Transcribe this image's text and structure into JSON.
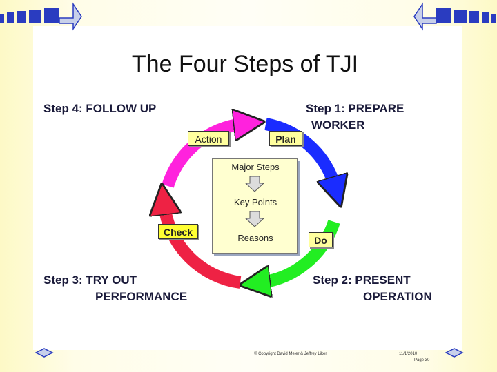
{
  "slide": {
    "title": "The Four Steps of TJI",
    "steps": {
      "step4": "Step 4: FOLLOW UP",
      "step1_line1": "Step 1: PREPARE",
      "step1_line2": "WORKER",
      "step3_line1": "Step 3: TRY OUT",
      "step3_line2": "PERFORMANCE",
      "step2_line1": "Step 2: PRESENT",
      "step2_line2": "OPERATION"
    },
    "cycle_labels": {
      "action": "Action",
      "plan": "Plan",
      "check": "Check",
      "do": "Do"
    },
    "center": {
      "major_steps": "Major Steps",
      "key_points": "Key Points",
      "reasons": "Reasons"
    },
    "footer": {
      "copyright": "© Copyright David Meier & Jeffrey Liker",
      "date": "11/1/2010",
      "page": "Page 30"
    }
  },
  "colors": {
    "arrow_magenta": "#ff22dd",
    "arrow_blue": "#1a2cff",
    "arrow_green": "#22ee22",
    "arrow_red": "#ee2244",
    "deco_blue": "#2a3cc0"
  },
  "icons": [
    "corner-squares-icon",
    "corner-arrow-icon",
    "down-arrow-icon"
  ]
}
